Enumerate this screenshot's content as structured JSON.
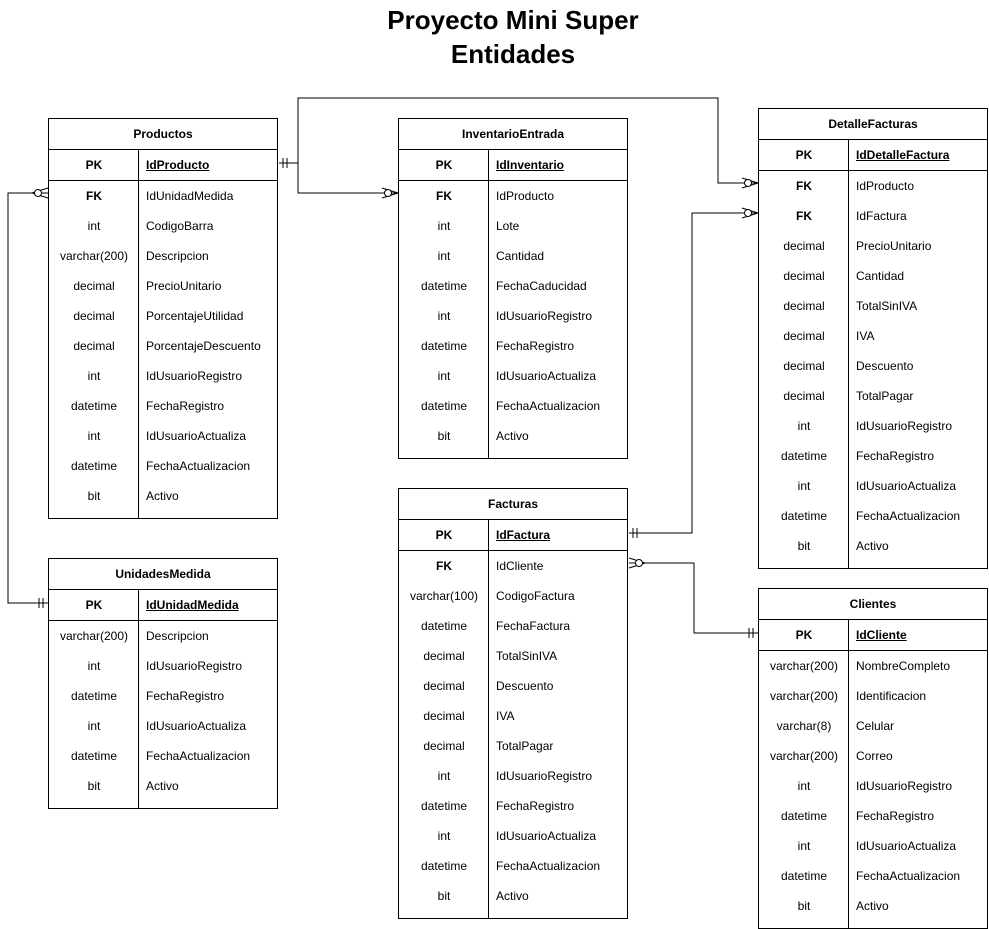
{
  "title": [
    "Proyecto Mini Super",
    "Entidades"
  ],
  "entities": {
    "productos": {
      "name": "Productos",
      "rows": [
        {
          "type": "PK",
          "field": "IdProducto",
          "kind": "pk"
        },
        {
          "type": "FK",
          "field": "IdUnidadMedida",
          "kind": "fk"
        },
        {
          "type": "int",
          "field": "CodigoBarra"
        },
        {
          "type": "varchar(200)",
          "field": "Descripcion"
        },
        {
          "type": "decimal",
          "field": "PrecioUnitario"
        },
        {
          "type": "decimal",
          "field": "PorcentajeUtilidad"
        },
        {
          "type": "decimal",
          "field": "PorcentajeDescuento"
        },
        {
          "type": "int",
          "field": "IdUsuarioRegistro"
        },
        {
          "type": "datetime",
          "field": "FechaRegistro"
        },
        {
          "type": "int",
          "field": "IdUsuarioActualiza"
        },
        {
          "type": "datetime",
          "field": "FechaActualizacion"
        },
        {
          "type": "bit",
          "field": "Activo"
        }
      ]
    },
    "inventario": {
      "name": "InventarioEntrada",
      "rows": [
        {
          "type": "PK",
          "field": "IdInventario",
          "kind": "pk"
        },
        {
          "type": "FK",
          "field": "IdProducto",
          "kind": "fk"
        },
        {
          "type": "int",
          "field": "Lote"
        },
        {
          "type": "int",
          "field": "Cantidad"
        },
        {
          "type": "datetime",
          "field": "FechaCaducidad"
        },
        {
          "type": "int",
          "field": "IdUsuarioRegistro"
        },
        {
          "type": "datetime",
          "field": "FechaRegistro"
        },
        {
          "type": "int",
          "field": "IdUsuarioActualiza"
        },
        {
          "type": "datetime",
          "field": "FechaActualizacion"
        },
        {
          "type": "bit",
          "field": "Activo"
        }
      ]
    },
    "detalle": {
      "name": "DetalleFacturas",
      "rows": [
        {
          "type": "PK",
          "field": "IdDetalleFactura",
          "kind": "pk"
        },
        {
          "type": "FK",
          "field": "IdProducto",
          "kind": "fk"
        },
        {
          "type": "FK",
          "field": "IdFactura",
          "kind": "fk"
        },
        {
          "type": "decimal",
          "field": "PrecioUnitario"
        },
        {
          "type": "decimal",
          "field": "Cantidad"
        },
        {
          "type": "decimal",
          "field": "TotalSinIVA"
        },
        {
          "type": "decimal",
          "field": "IVA"
        },
        {
          "type": "decimal",
          "field": "Descuento"
        },
        {
          "type": "decimal",
          "field": "TotalPagar"
        },
        {
          "type": "int",
          "field": "IdUsuarioRegistro"
        },
        {
          "type": "datetime",
          "field": "FechaRegistro"
        },
        {
          "type": "int",
          "field": "IdUsuarioActualiza"
        },
        {
          "type": "datetime",
          "field": "FechaActualizacion"
        },
        {
          "type": "bit",
          "field": "Activo"
        }
      ]
    },
    "unidades": {
      "name": "UnidadesMedida",
      "rows": [
        {
          "type": "PK",
          "field": "IdUnidadMedida",
          "kind": "pk"
        },
        {
          "type": "varchar(200)",
          "field": "Descripcion"
        },
        {
          "type": "int",
          "field": "IdUsuarioRegistro"
        },
        {
          "type": "datetime",
          "field": "FechaRegistro"
        },
        {
          "type": "int",
          "field": "IdUsuarioActualiza"
        },
        {
          "type": "datetime",
          "field": "FechaActualizacion"
        },
        {
          "type": "bit",
          "field": "Activo"
        }
      ]
    },
    "facturas": {
      "name": "Facturas",
      "rows": [
        {
          "type": "PK",
          "field": "IdFactura",
          "kind": "pk"
        },
        {
          "type": "FK",
          "field": "IdCliente",
          "kind": "fk"
        },
        {
          "type": "varchar(100)",
          "field": "CodigoFactura"
        },
        {
          "type": "datetime",
          "field": "FechaFactura"
        },
        {
          "type": "decimal",
          "field": "TotalSinIVA"
        },
        {
          "type": "decimal",
          "field": "Descuento"
        },
        {
          "type": "decimal",
          "field": "IVA"
        },
        {
          "type": "decimal",
          "field": "TotalPagar"
        },
        {
          "type": "int",
          "field": "IdUsuarioRegistro"
        },
        {
          "type": "datetime",
          "field": "FechaRegistro"
        },
        {
          "type": "int",
          "field": "IdUsuarioActualiza"
        },
        {
          "type": "datetime",
          "field": "FechaActualizacion"
        },
        {
          "type": "bit",
          "field": "Activo"
        }
      ]
    },
    "clientes": {
      "name": "Clientes",
      "rows": [
        {
          "type": "PK",
          "field": "IdCliente",
          "kind": "pk"
        },
        {
          "type": "varchar(200)",
          "field": "NombreCompleto"
        },
        {
          "type": "varchar(200)",
          "field": "Identificacion"
        },
        {
          "type": "varchar(8)",
          "field": "Celular"
        },
        {
          "type": "varchar(200)",
          "field": "Correo"
        },
        {
          "type": "int",
          "field": "IdUsuarioRegistro"
        },
        {
          "type": "datetime",
          "field": "FechaRegistro"
        },
        {
          "type": "int",
          "field": "IdUsuarioActualiza"
        },
        {
          "type": "datetime",
          "field": "FechaActualizacion"
        },
        {
          "type": "bit",
          "field": "Activo"
        }
      ]
    }
  },
  "relationships": [
    {
      "from": "Productos.IdProducto",
      "to": "InventarioEntrada.IdProducto",
      "cardinality": "one-to-many"
    },
    {
      "from": "Productos.IdProducto",
      "to": "DetalleFacturas.IdProducto",
      "cardinality": "one-to-many"
    },
    {
      "from": "Facturas.IdFactura",
      "to": "DetalleFacturas.IdFactura",
      "cardinality": "one-to-many"
    },
    {
      "from": "UnidadesMedida.IdUnidadMedida",
      "to": "Productos.IdUnidadMedida",
      "cardinality": "one-to-many"
    },
    {
      "from": "Clientes.IdCliente",
      "to": "Facturas.IdCliente",
      "cardinality": "one-to-many"
    }
  ]
}
